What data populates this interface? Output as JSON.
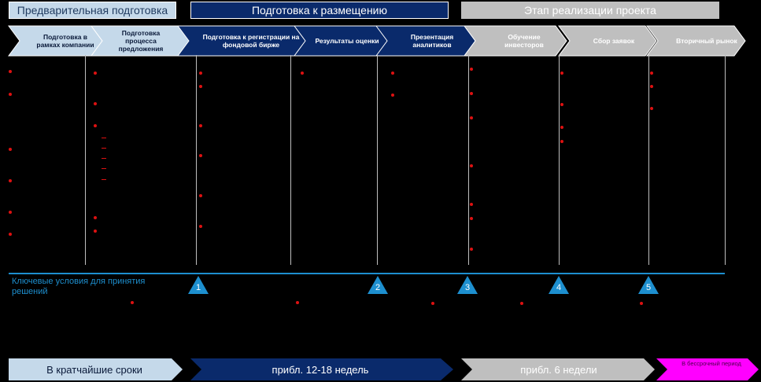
{
  "phases": [
    {
      "label": "Предварительная подготовка",
      "bg": "#c5d9ea",
      "color": "#1f3a5f"
    },
    {
      "label": "Подготовка к размещению",
      "bg": "#0a2a6b",
      "color": "#ffffff"
    },
    {
      "label": "Этап реализации проекта",
      "bg": "#bfbfbf",
      "color": "#ffffff"
    }
  ],
  "steps": [
    {
      "label": "Подготовка в рамках компании",
      "color": "#c5d9ea",
      "text": "#0a1a3a"
    },
    {
      "label": "Подготовка процесса предложения",
      "color": "#c5d9ea",
      "text": "#0a1a3a"
    },
    {
      "label": "Подготовка к регистрации на фондовой бирже",
      "color": "#0a2a6b",
      "text": "#ffffff"
    },
    {
      "label": "Результаты оценки",
      "color": "#0a2a6b",
      "text": "#ffffff"
    },
    {
      "label": "Презентация аналитиков",
      "color": "#0a2a6b",
      "text": "#ffffff"
    },
    {
      "label": "Обучение инвесторов",
      "color": "#bfbfbf",
      "text": "#ffffff"
    },
    {
      "label": "Сбор заявок",
      "color": "#bfbfbf",
      "text": "#ffffff"
    },
    {
      "label": "Вторичный рынок",
      "color": "#bfbfbf",
      "text": "#ffffff"
    }
  ],
  "key_conditions_label": "Ключевые условия для принятия решений",
  "milestones": [
    "1",
    "2",
    "3",
    "4",
    "5"
  ],
  "durations": [
    {
      "label": "В кратчайшие сроки",
      "bg": "#c5d9ea",
      "color": "#0a1a3a"
    },
    {
      "label": "прибл. 12-18 недель",
      "bg": "#0a2a6b",
      "color": "#ffffff"
    },
    {
      "label": "прибл. 6 недели",
      "bg": "#bfbfbf",
      "color": "#ffffff"
    }
  ],
  "final_label": "В бессрочный период",
  "colors": {
    "bullet": "#dd1111",
    "accent_blue": "#1d8fcf",
    "final_magenta": "#ff00ff"
  }
}
